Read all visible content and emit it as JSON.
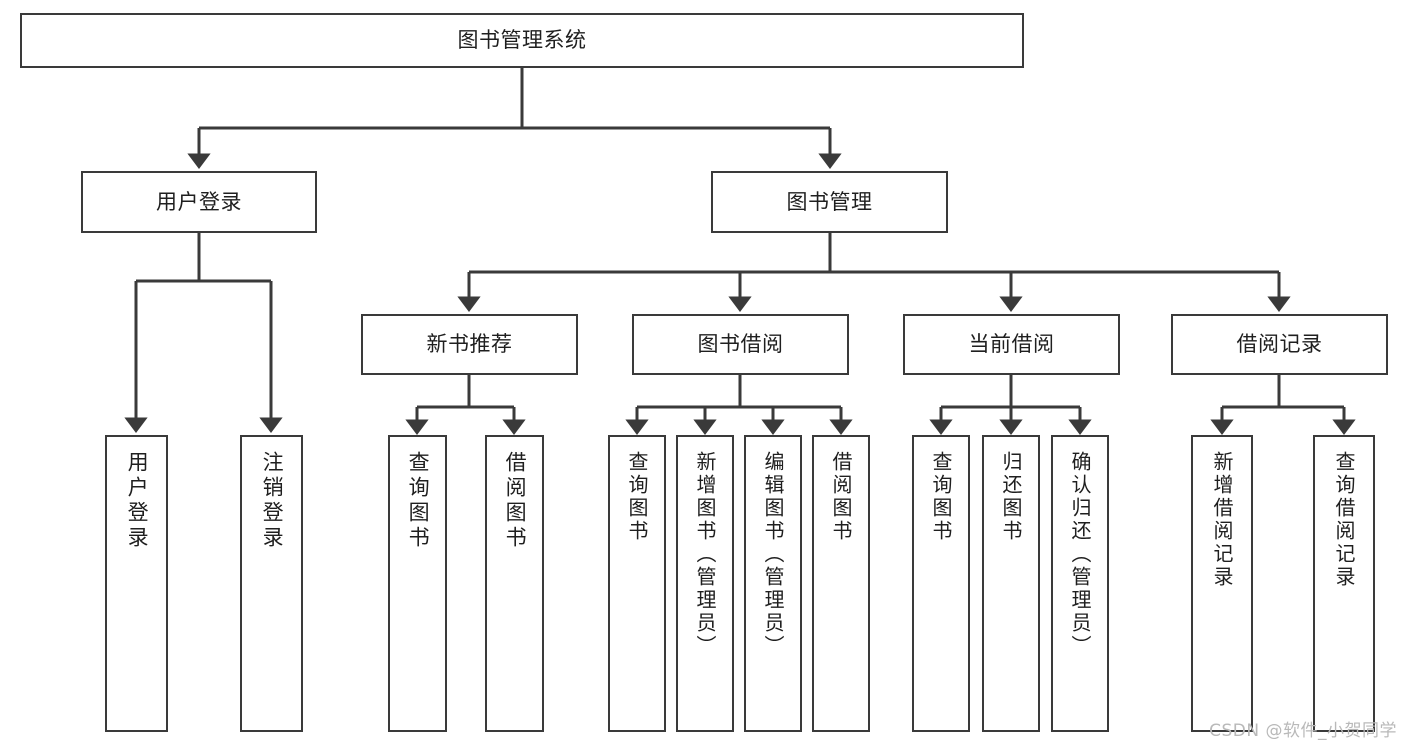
{
  "diagram": {
    "title": "图书管理系统",
    "type": "function-hierarchy-tree",
    "colors": {
      "border": "#3a3a3a",
      "background": "#ffffff",
      "text": "#1f1f1f",
      "connector": "#3a3a3a",
      "watermark": "#b9b9b9"
    },
    "root": {
      "label": "图书管理系统"
    },
    "level2": [
      {
        "label": "用户登录"
      },
      {
        "label": "图书管理"
      }
    ],
    "level3": [
      {
        "label": "新书推荐"
      },
      {
        "label": "图书借阅"
      },
      {
        "label": "当前借阅"
      },
      {
        "label": "借阅记录"
      }
    ],
    "leaves": {
      "user_login": [
        {
          "label": "用户登录"
        },
        {
          "label": "注销登录"
        }
      ],
      "new_book": [
        {
          "label": "查询图书"
        },
        {
          "label": "借阅图书"
        }
      ],
      "book_borrow": [
        {
          "label": "查询图书"
        },
        {
          "label": "新增图书（管理员）"
        },
        {
          "label": "编辑图书（管理员）"
        },
        {
          "label": "借阅图书"
        }
      ],
      "current_borrow": [
        {
          "label": "查询图书"
        },
        {
          "label": "归还图书"
        },
        {
          "label": "确认归还（管理员）"
        }
      ],
      "borrow_record": [
        {
          "label": "新增借阅记录"
        },
        {
          "label": "查询借阅记录"
        }
      ]
    }
  },
  "watermark": {
    "text": "CSDN @软件_小贺同学"
  }
}
